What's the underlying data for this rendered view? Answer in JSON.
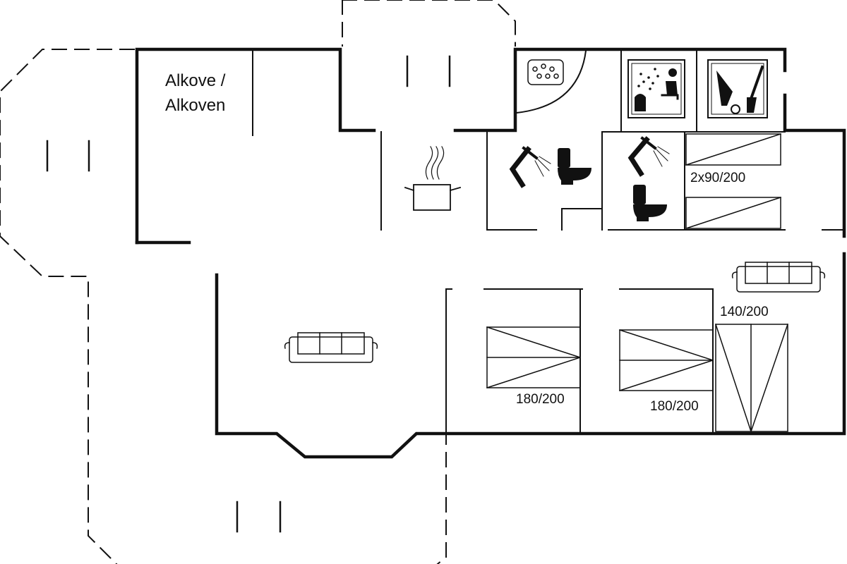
{
  "plan": {
    "alcove_label_line1": "Alkove /",
    "alcove_label_line2": "Alkoven",
    "bed_labels": {
      "bunk": "2x90/200",
      "bedroom_1": "180/200",
      "bedroom_2": "180/200",
      "bedroom_3": "140/200"
    },
    "icons": [
      "spa-tub-icon",
      "sauna-icon",
      "utility-room-icon",
      "shower-icon",
      "toilet-icon",
      "kitchen-pot-icon",
      "sofa-icon"
    ],
    "colors": {
      "line": "#111111",
      "background": "#ffffff"
    }
  }
}
